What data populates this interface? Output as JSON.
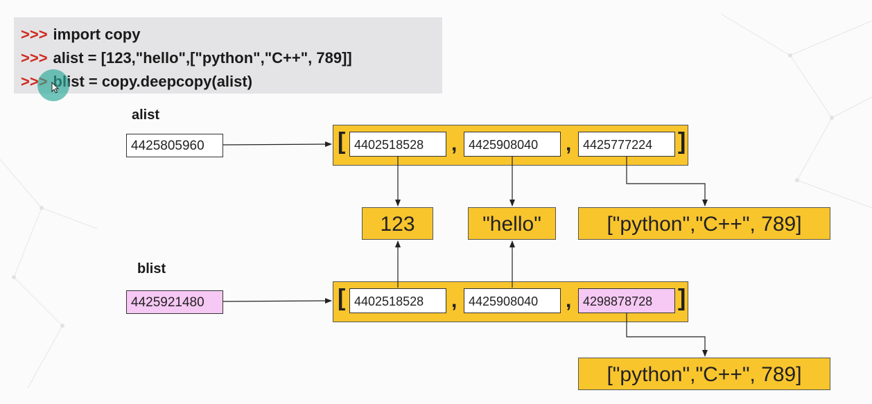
{
  "code": {
    "prompt": ">>>",
    "lines": [
      "import copy",
      "alist = [123,\"hello\",[\"python\",\"C++\", 789]]",
      "blist = copy.deepcopy(alist)"
    ]
  },
  "alist": {
    "label": "alist",
    "address": "4425805960",
    "open_bracket": "[",
    "close_bracket": "]",
    "comma": ",",
    "cells": [
      "4402518528",
      "4425908040",
      "4425777224"
    ]
  },
  "blist": {
    "label": "blist",
    "address": "4425921480",
    "open_bracket": "[",
    "close_bracket": "]",
    "comma": ",",
    "cells": [
      "4402518528",
      "4425908040",
      "4298878728"
    ]
  },
  "objects": {
    "int_value": "123",
    "str_value": "\"hello\"",
    "list_a": "[\"python\",\"C++\", 789]",
    "list_b": "[\"python\",\"C++\", 789]"
  },
  "colors": {
    "frame": "#f9c52d",
    "highlight": "#f6c8f4",
    "prompt": "#d0281f",
    "code_bg": "#e4e4e6"
  }
}
